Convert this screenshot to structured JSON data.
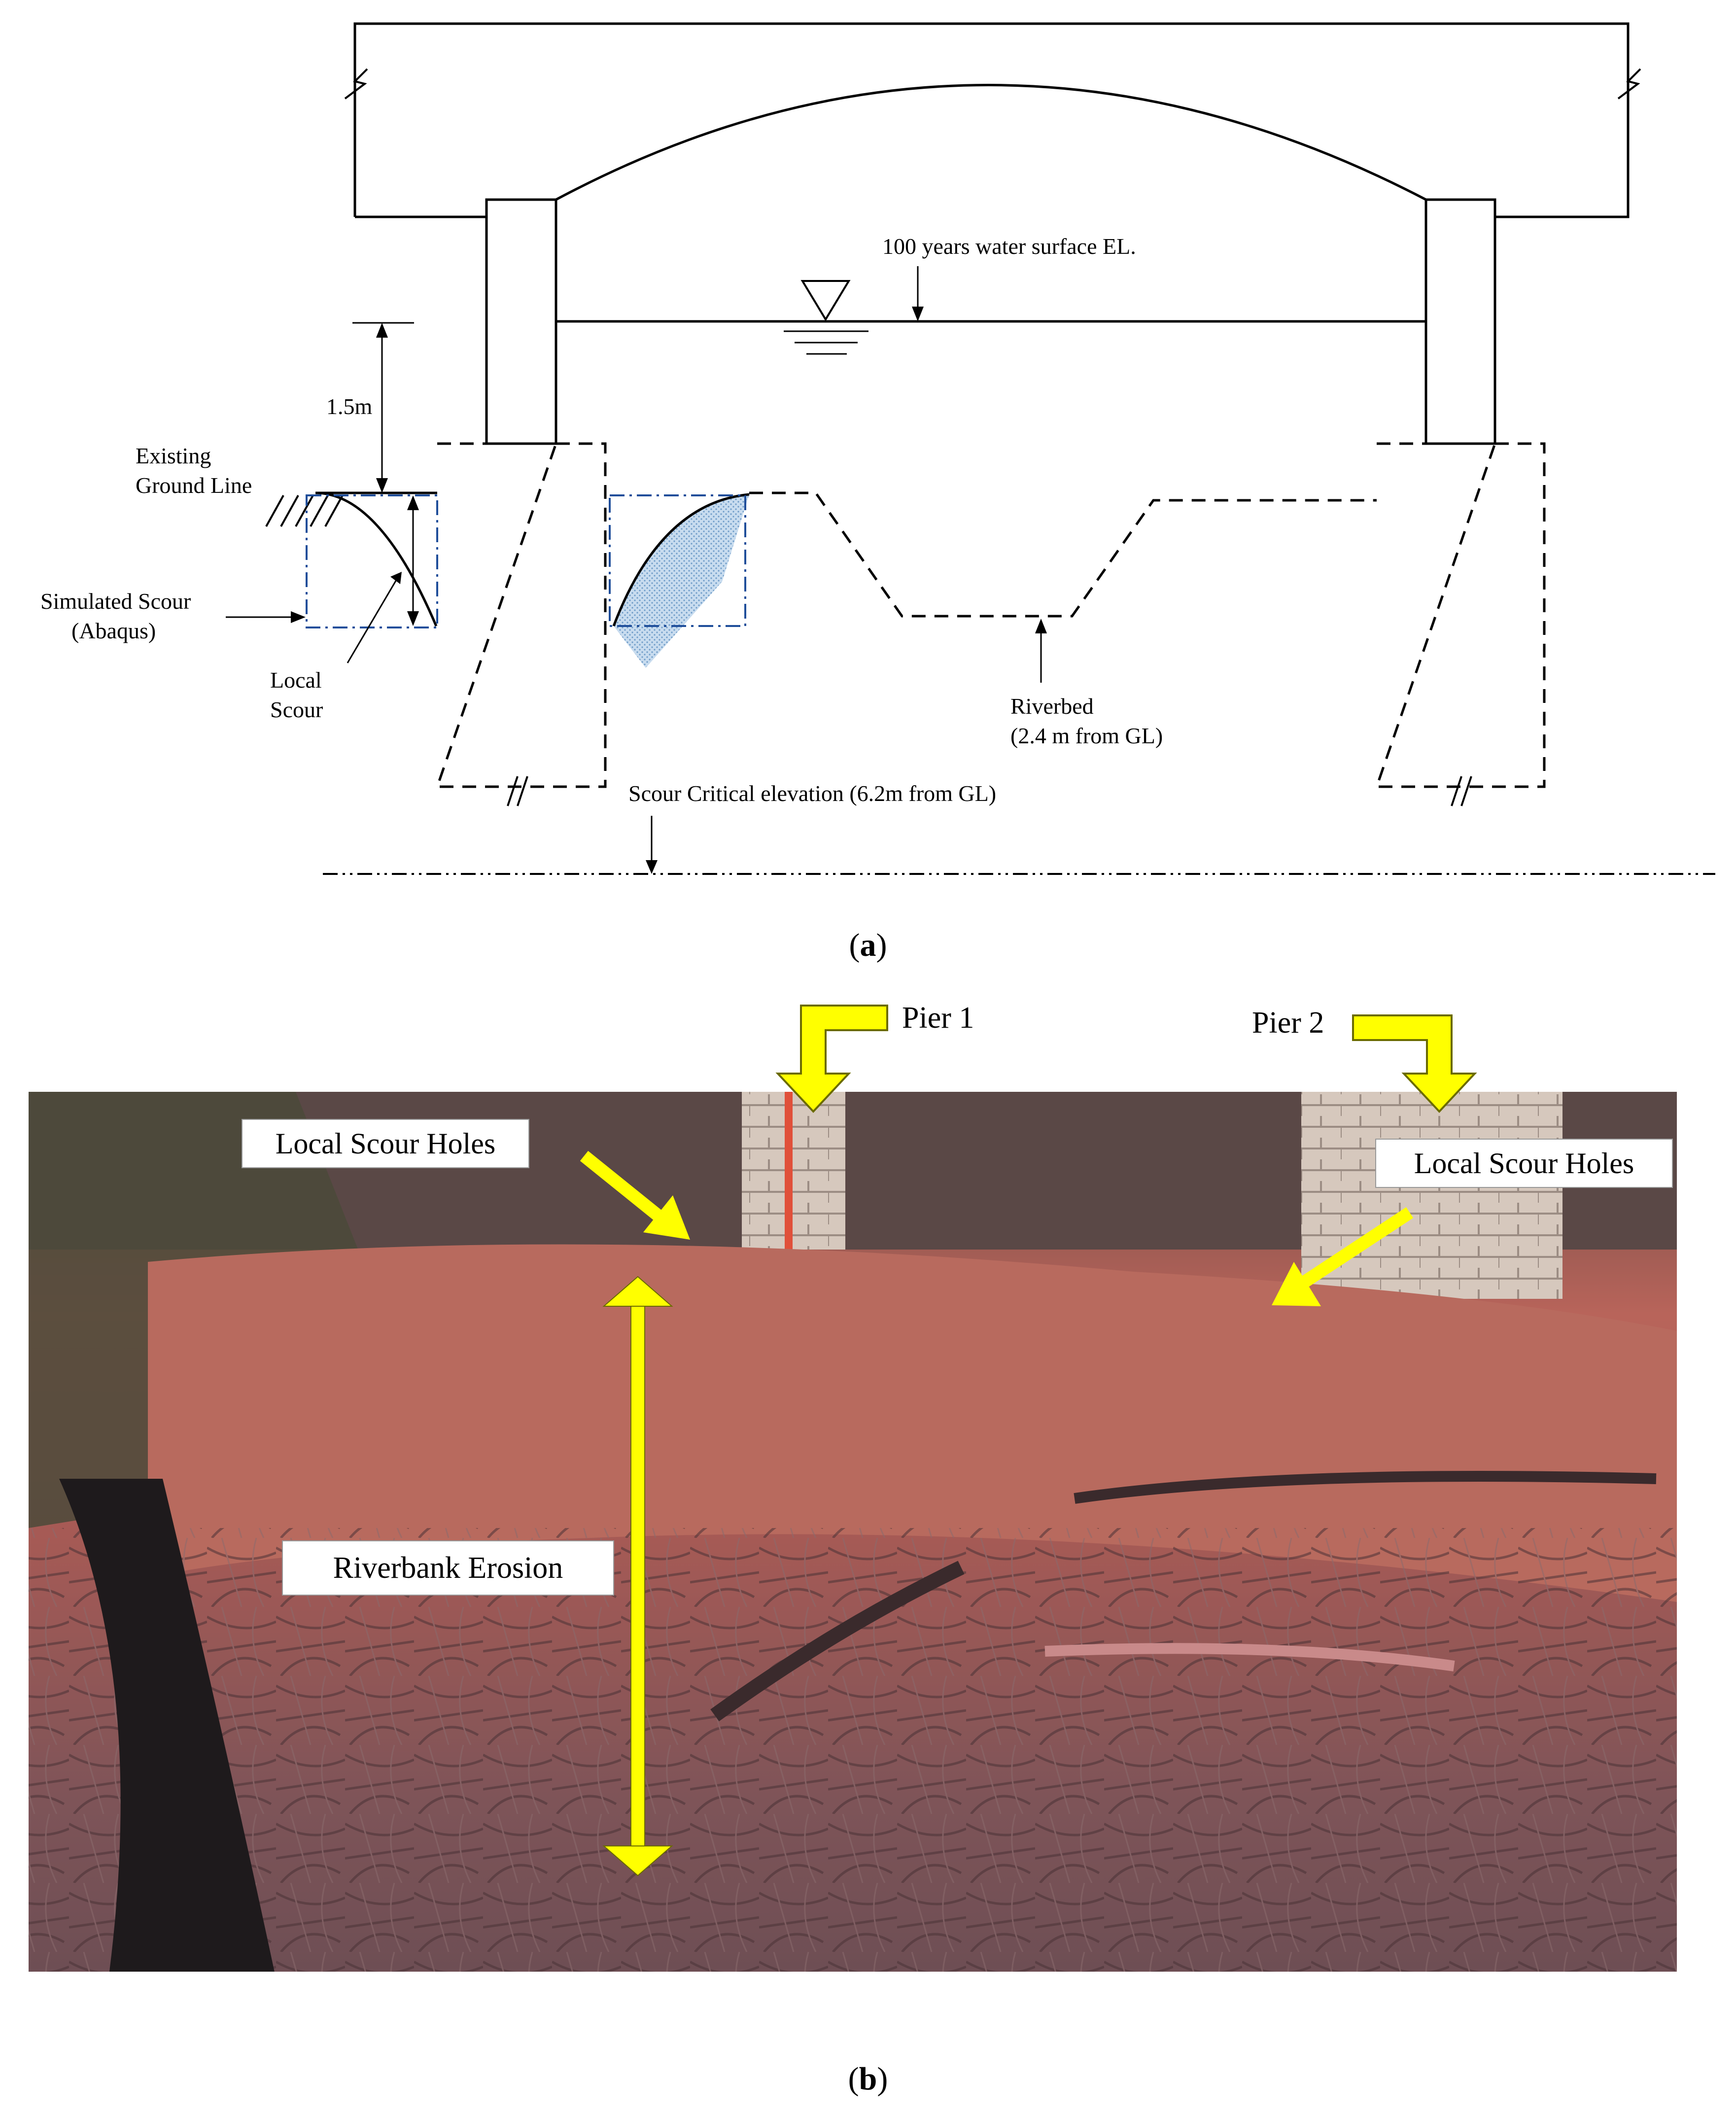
{
  "panel_a": {
    "caption_letter": "a",
    "labels": {
      "water_surface": "100 years water surface EL.",
      "dimension": "1.5m",
      "ground_line_1": "Existing",
      "ground_line_2": "Ground Line",
      "simulated_scour_1": "Simulated Scour",
      "simulated_scour_2": "(Abaqus)",
      "local_scour_1": "Local",
      "local_scour_2": "Scour",
      "riverbed_1": "Riverbed",
      "riverbed_2": "(2.4 m from GL)",
      "critical": "Scour Critical elevation (6.2m from GL)"
    }
  },
  "panel_b": {
    "caption_letter": "b",
    "labels": {
      "pier1": "Pier 1",
      "pier2": "Pier 2",
      "scour_holes_left": "Local Scour Holes",
      "scour_holes_right": "Local Scour Holes",
      "riverbank_erosion": "Riverbank Erosion"
    },
    "colors": {
      "arrow": "#ffff00",
      "soil": "#a8574a",
      "brick": "#cfc0b4"
    }
  }
}
